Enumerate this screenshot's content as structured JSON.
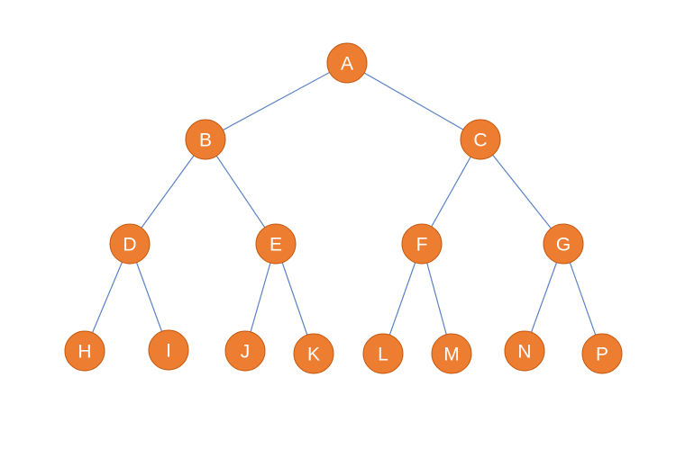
{
  "diagram": {
    "type": "binary-tree",
    "nodes": [
      {
        "id": "A",
        "label": "A"
      },
      {
        "id": "B",
        "label": "B"
      },
      {
        "id": "C",
        "label": "C"
      },
      {
        "id": "D",
        "label": "D"
      },
      {
        "id": "E",
        "label": "E"
      },
      {
        "id": "F",
        "label": "F"
      },
      {
        "id": "G",
        "label": "G"
      },
      {
        "id": "H",
        "label": "H"
      },
      {
        "id": "I",
        "label": "I"
      },
      {
        "id": "J",
        "label": "J"
      },
      {
        "id": "K",
        "label": "K"
      },
      {
        "id": "L",
        "label": "L"
      },
      {
        "id": "M",
        "label": "M"
      },
      {
        "id": "N",
        "label": "N"
      },
      {
        "id": "P",
        "label": "P"
      }
    ],
    "edges": [
      [
        "A",
        "B"
      ],
      [
        "A",
        "C"
      ],
      [
        "B",
        "D"
      ],
      [
        "B",
        "E"
      ],
      [
        "C",
        "F"
      ],
      [
        "C",
        "G"
      ],
      [
        "D",
        "H"
      ],
      [
        "D",
        "I"
      ],
      [
        "E",
        "J"
      ],
      [
        "E",
        "K"
      ],
      [
        "F",
        "L"
      ],
      [
        "F",
        "M"
      ],
      [
        "G",
        "N"
      ],
      [
        "G",
        "P"
      ]
    ],
    "colors": {
      "node_fill": "#ED7D31",
      "node_stroke": "#C55A11",
      "label": "#FFFFFF",
      "edge": "#5B82C4"
    }
  }
}
